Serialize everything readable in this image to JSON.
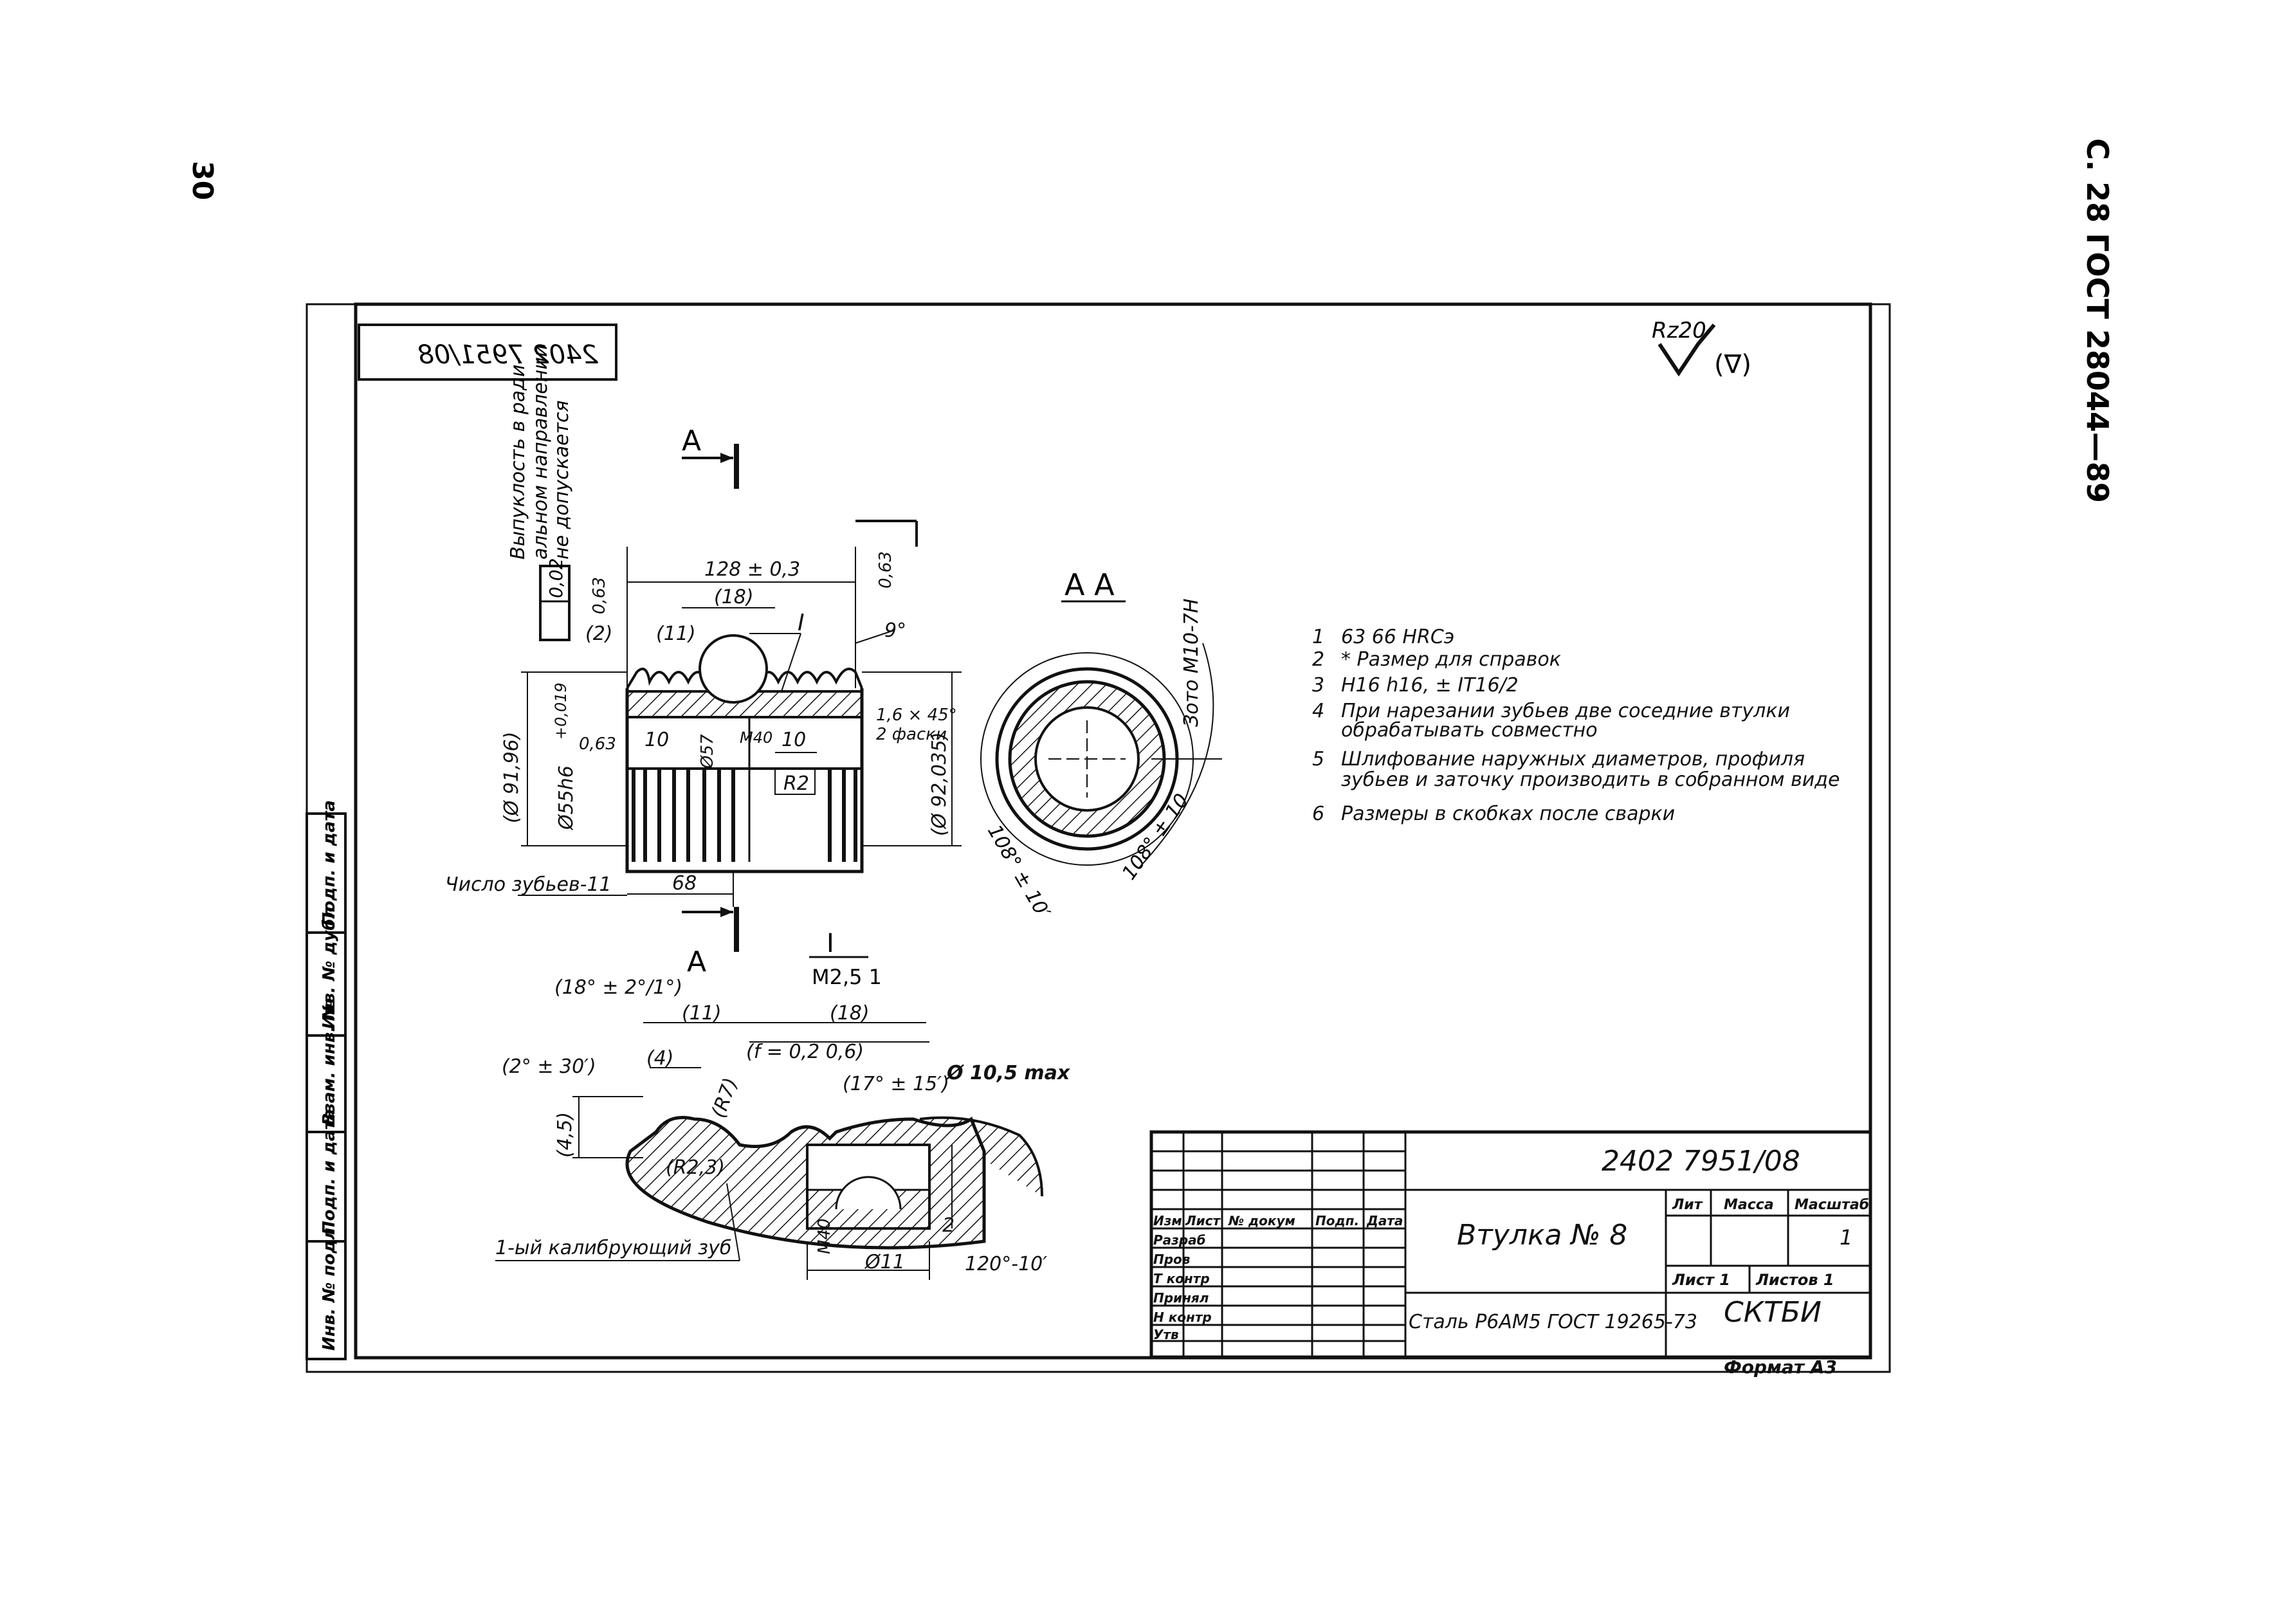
{
  "page": {
    "left_page_number": "30",
    "right_header": "С. 28 ГОСТ 28044—89"
  },
  "drawing": {
    "stamp_mirrored": "2402 7951/08",
    "roughness_main": "Rz20",
    "roughness_other": "(∇)",
    "section_marker_a": "A",
    "section_title": "A A",
    "detail_title": "I",
    "detail_scale": "M2,5 1",
    "vertical_note": [
      "Выпуклость в ради-",
      "альном направлении",
      "не допускается"
    ],
    "dims": {
      "d128": "128 ± 0,3",
      "d18": "(18)",
      "d11": "(11)",
      "d2": "(2)",
      "d9": "9°",
      "d063a": "0,63",
      "d063b": "0,63",
      "d063c": "0,63",
      "d002": "0,02",
      "d9196": "(Ø 91,96)",
      "d55": "Ø55h6",
      "d55tol": "+0,019",
      "d10a": "10",
      "d10b": "10",
      "d57": "Ø57",
      "m40": "M40",
      "r2": "R2",
      "chamfer": "1,6 × 45°",
      "chamfer2": "2 фаски",
      "d92": "(Ø 92,035)",
      "d68": "68",
      "m10": "Зото M10-7H",
      "a108a": "108° ± 10′",
      "a108b": "108° ± 10",
      "teeth": "Число зубьев-11",
      "d18deg": "(18° ± 2°/1°)",
      "d11b": "(11)",
      "d18b": "(18)",
      "d2deg": "(2° ± 30′)",
      "d4": "(4)",
      "r7": "(R7)",
      "f": "(f = 0,2   0,6)",
      "ang17": "(17° ± 15′)",
      "d105": "Ø 10,5 max",
      "d45": "(4,5)",
      "r23": "(R2,3)",
      "tooth1": "1-ый калибрующий зуб",
      "m40b": "M40",
      "d11c": "Ø11",
      "d2c": "2",
      "a120": "120°-10′"
    },
    "notes": [
      {
        "n": "1",
        "t": "63   66 HRCэ"
      },
      {
        "n": "2",
        "t": "* Размер для справок"
      },
      {
        "n": "3",
        "t": "H16   h16, ± IT16/2"
      },
      {
        "n": "4",
        "t": "При нарезании зубьев две соседние втулки"
      },
      {
        "n": "",
        "t": "обрабатывать совместно"
      },
      {
        "n": "5",
        "t": "Шлифование наружных диаметров, профиля"
      },
      {
        "n": "",
        "t": "зубьев и заточку производить в собранном виде"
      },
      {
        "n": "6",
        "t": "Размеры в скобках после сварки"
      }
    ],
    "side_strip": [
      "Инв. № подл",
      "Подп. и дата",
      "Взам. инв. №",
      "Инв. № дубл",
      "Подп. и дата"
    ],
    "title_block": {
      "doc_number": "2402 7951/08",
      "name": "Втулка № 8",
      "material": "Сталь Р6АМ5 ГОСТ 19265-73",
      "org": "СКТБИ",
      "format": "Формат A3",
      "lit": "Лит",
      "mass": "Масса",
      "scale": "Масштаб",
      "scale_val": "1",
      "sheet": "Лист 1",
      "sheets": "Листов 1",
      "rows": [
        "Изм",
        "Лист",
        "№ докум",
        "Подп.",
        "Дата"
      ],
      "roles": [
        "Разраб",
        "Пров",
        "Т контр",
        "Принял",
        "Н контр",
        "Утв"
      ]
    }
  }
}
